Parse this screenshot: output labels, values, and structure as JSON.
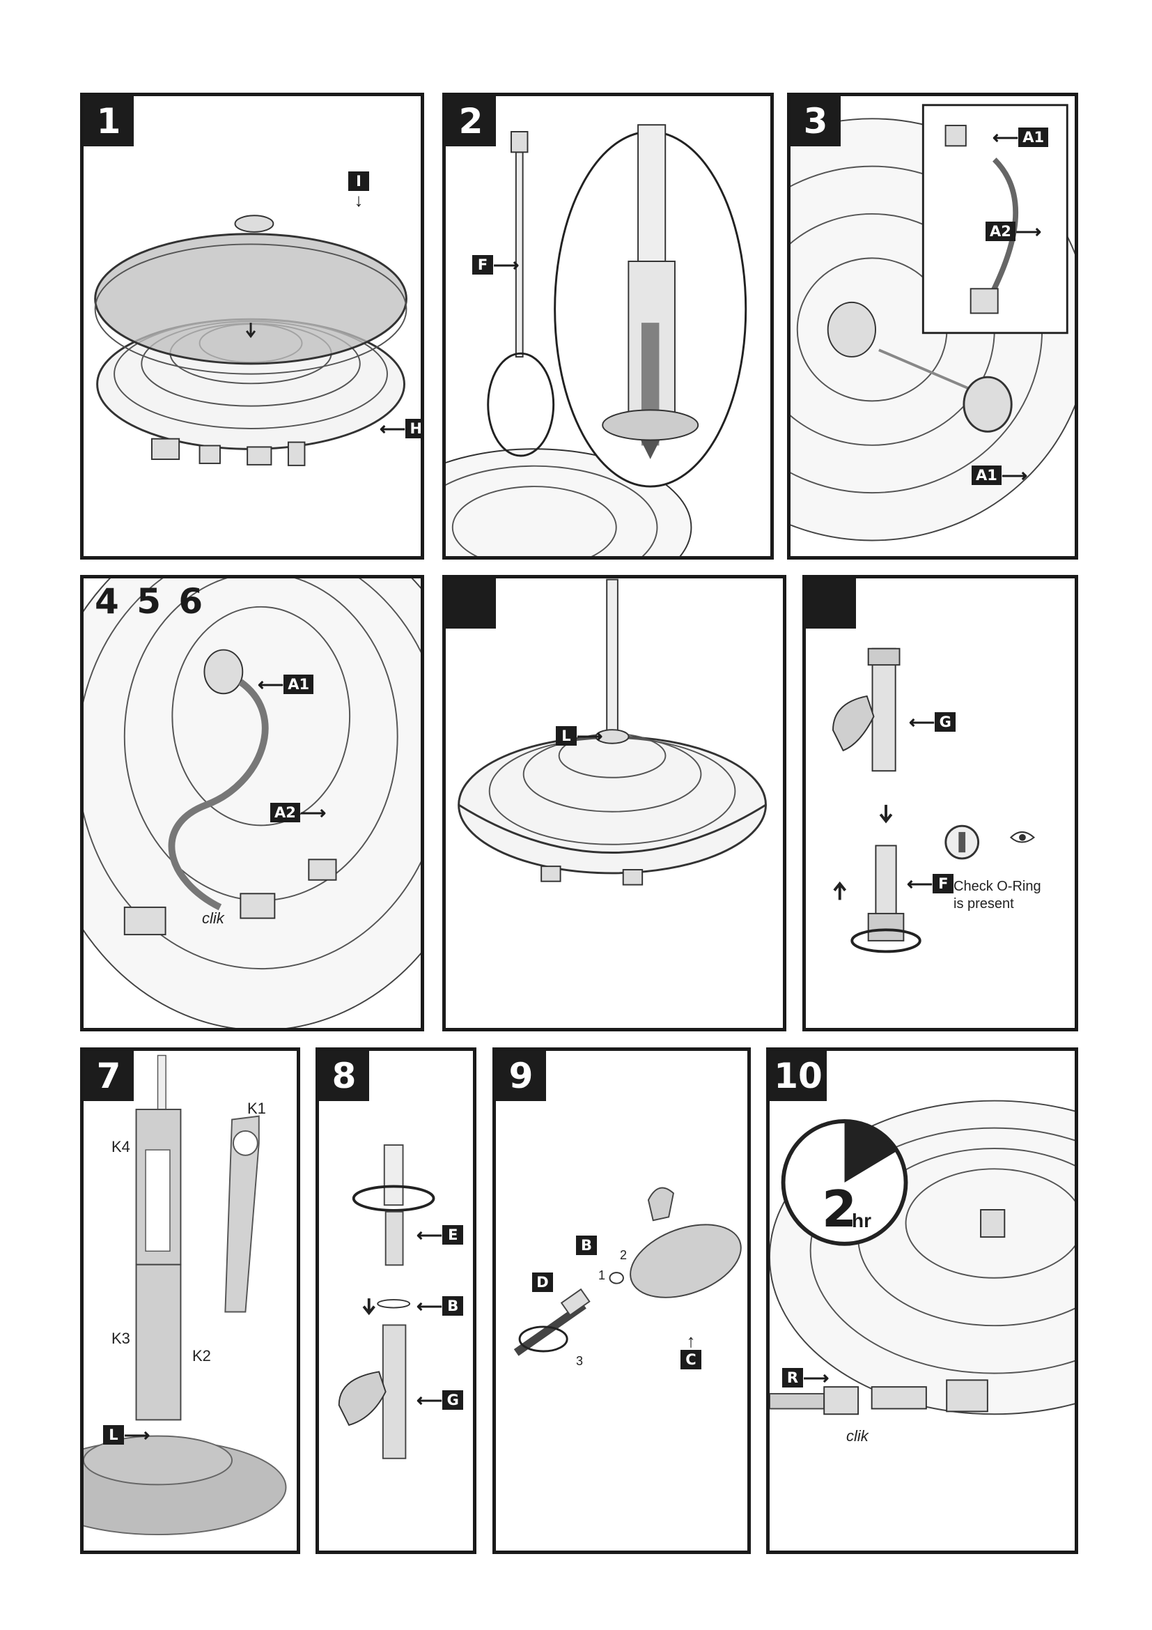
{
  "panels": {
    "p1": {
      "number": "1",
      "labels": {
        "i": "I",
        "h": "H"
      }
    },
    "p2": {
      "number": "2",
      "labels": {
        "f": "F"
      }
    },
    "p3": {
      "number": "3",
      "labels": {
        "a1_top": "A1",
        "a2": "A2",
        "a1_bottom": "A1"
      }
    },
    "p4": {
      "number": "4 5 6",
      "labels": {
        "a1": "A1",
        "a2": "A2"
      },
      "clik": "clik"
    },
    "p5": {
      "number": "",
      "labels": {
        "l": "L"
      }
    },
    "p6": {
      "number": "",
      "labels": {
        "g": "G",
        "f": "F"
      },
      "note_line1": "Check O-Ring",
      "note_line2": "is present"
    },
    "p7": {
      "number": "7",
      "labels": {
        "k1": "K1",
        "k4": "K4",
        "k3": "K3",
        "k2": "K2",
        "l": "L"
      }
    },
    "p8": {
      "number": "8",
      "labels": {
        "e": "E",
        "b": "B",
        "g": "G"
      }
    },
    "p9": {
      "number": "9",
      "labels": {
        "b": "B",
        "d": "D",
        "c": "C"
      },
      "step1": "1",
      "step2": "2",
      "step3": "3"
    },
    "p10": {
      "number": "10",
      "labels": {
        "r": "R"
      },
      "clik": "clik",
      "timer_num": "2",
      "timer_unit": "hr"
    }
  }
}
